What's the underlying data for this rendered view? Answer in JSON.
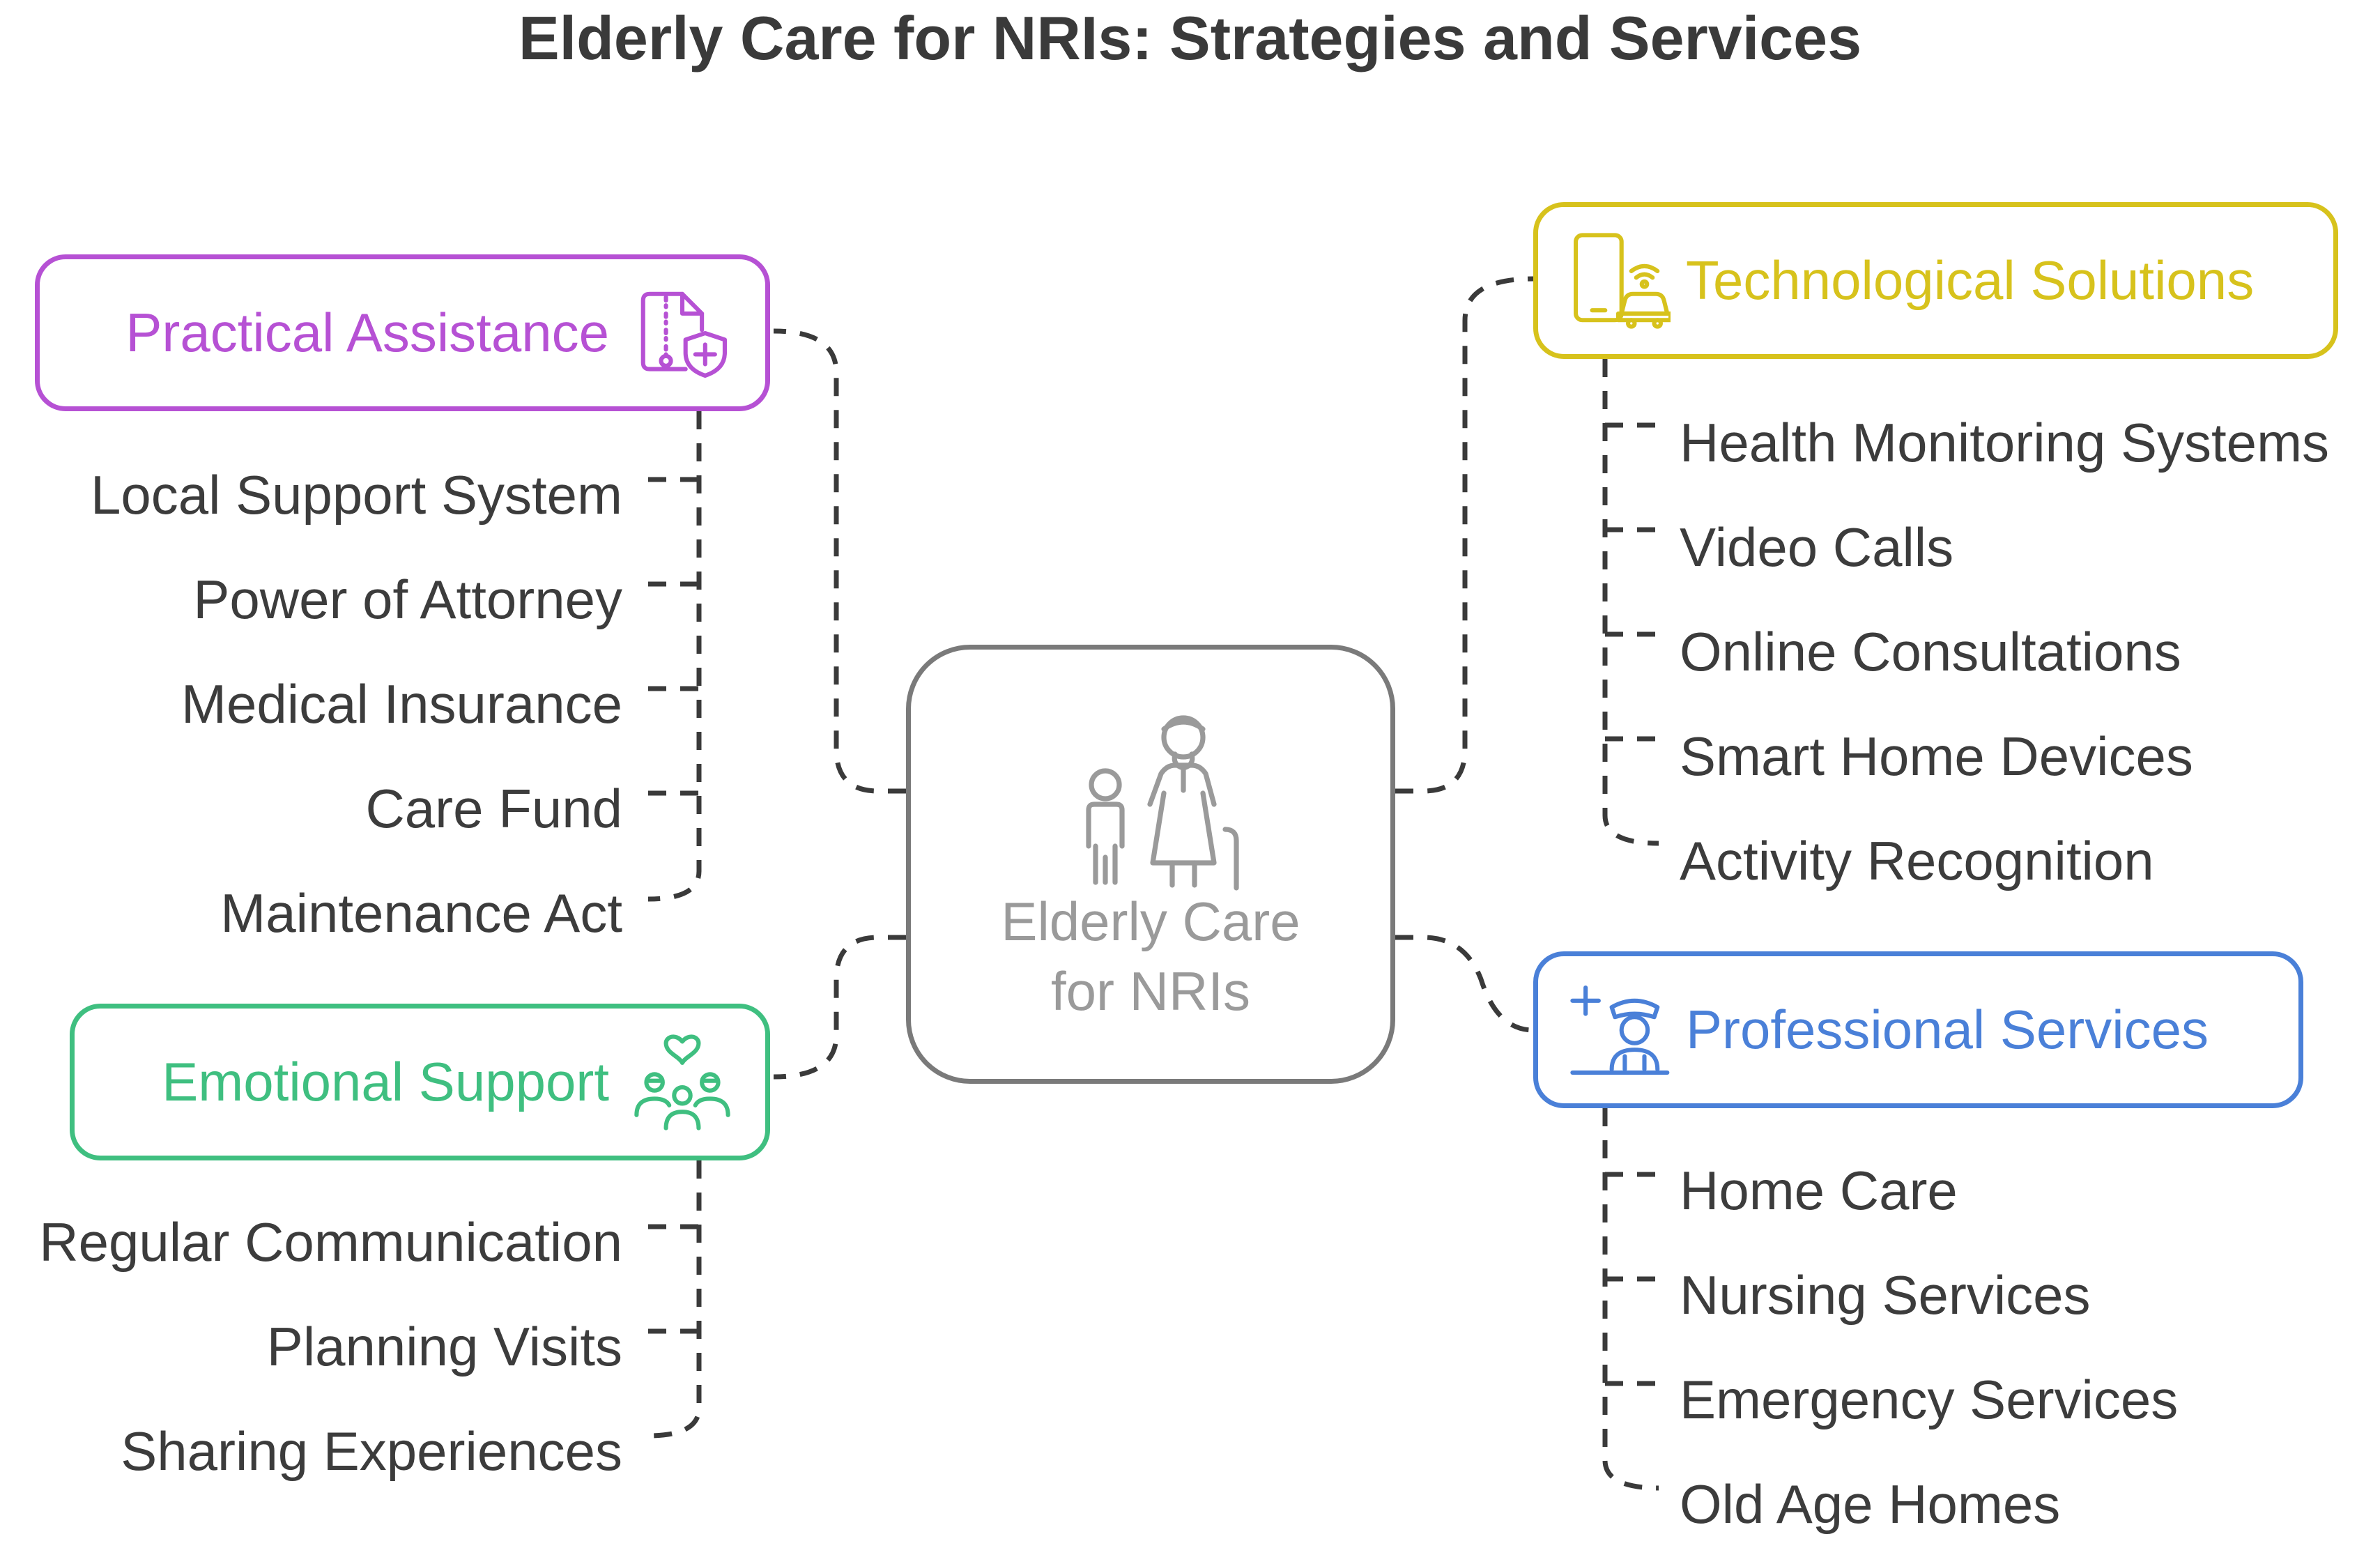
{
  "title": "Elderly Care for NRIs: Strategies and Services",
  "center": {
    "line1": "Elderly Care",
    "line2": "for NRIs",
    "icon": "elderly-with-child-icon"
  },
  "colors": {
    "practical": "#b651d4",
    "technological": "#d7c21c",
    "emotional": "#3fbf80",
    "professional": "#4a80d8",
    "center": "#7a7a7a",
    "connector": "#3a3a3a",
    "text": "#3c3c3c"
  },
  "categories": {
    "practical": {
      "label": "Practical Assistance",
      "icon": "document-shield-icon",
      "items": [
        "Local Support System",
        "Power of Attorney",
        "Medical Insurance",
        "Care Fund",
        "Maintenance Act"
      ]
    },
    "emotional": {
      "label": "Emotional Support",
      "icon": "family-heart-icon",
      "items": [
        "Regular Communication",
        "Planning Visits",
        "Sharing Experiences"
      ]
    },
    "technological": {
      "label": "Technological Solutions",
      "icon": "phone-car-icon",
      "items": [
        "Health Monitoring Systems",
        "Video Calls",
        "Online Consultations",
        "Smart Home Devices",
        "Activity Recognition"
      ]
    },
    "professional": {
      "label": "Professional Services",
      "icon": "nurse-plus-icon",
      "items": [
        "Home Care",
        "Nursing Services",
        "Emergency Services",
        "Old Age Homes"
      ]
    }
  }
}
